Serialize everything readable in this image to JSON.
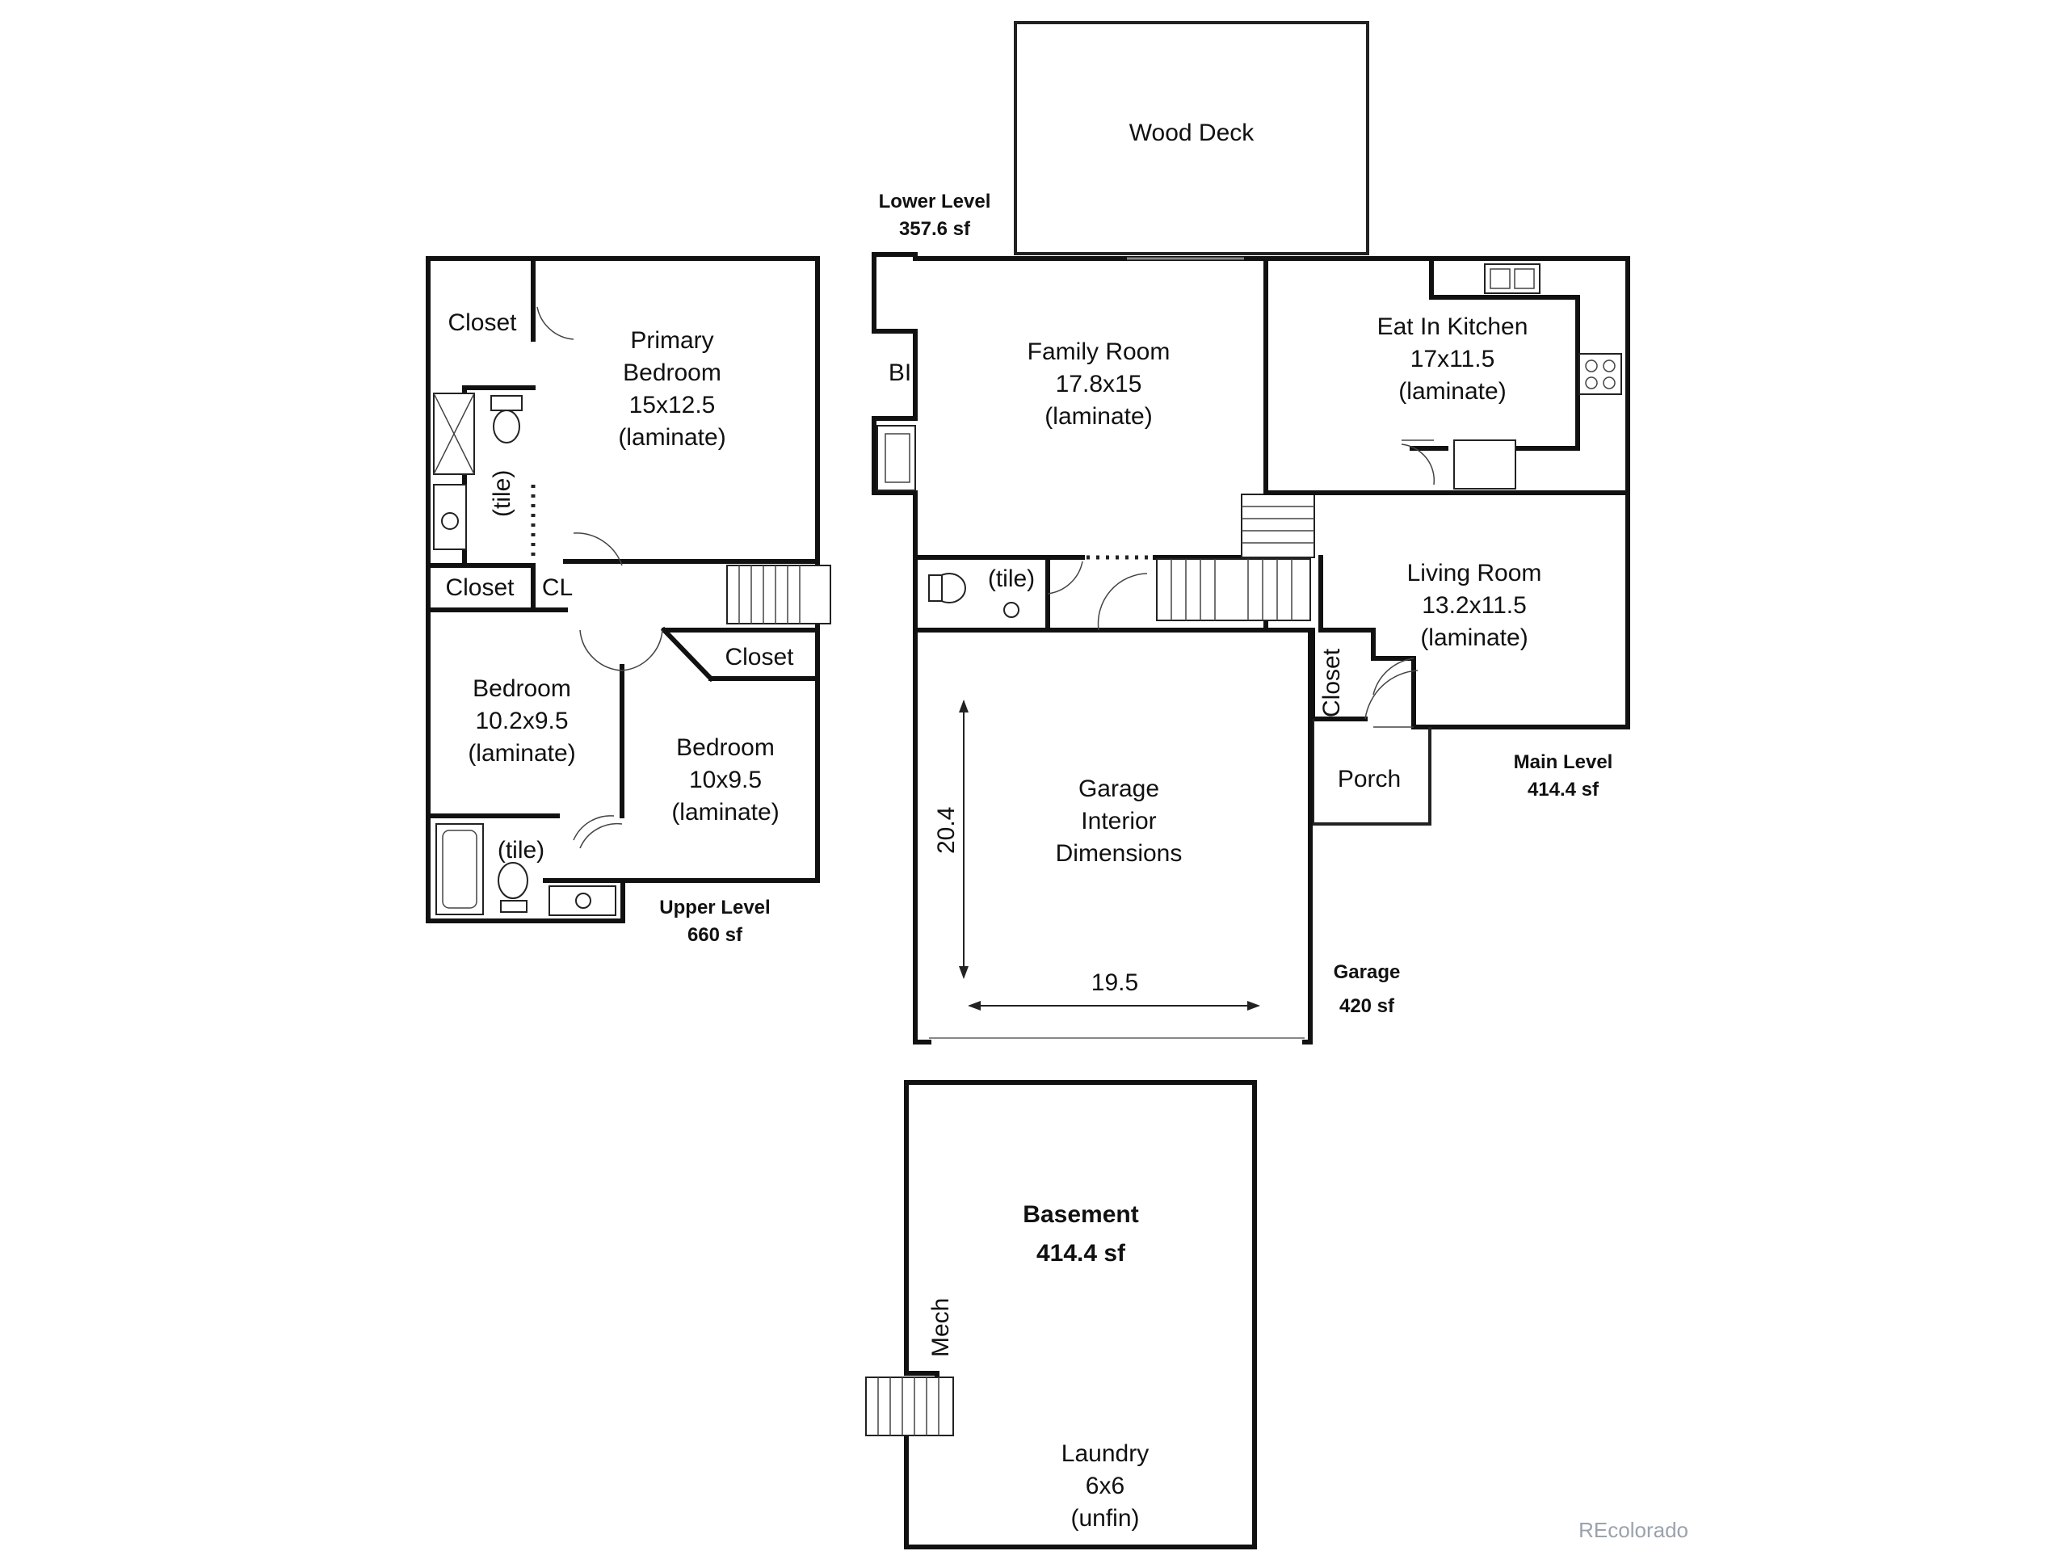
{
  "diagram": {
    "wood_deck": "Wood Deck",
    "levels": {
      "lower": {
        "name": "Lower Level",
        "area": "357.6 sf"
      },
      "main": {
        "name": "Main Level",
        "area": "414.4 sf"
      },
      "upper": {
        "name": "Upper Level",
        "area": "660 sf"
      },
      "garage": {
        "name": "Garage",
        "area": "420 sf"
      },
      "basement": {
        "name": "Basement",
        "area": "414.4 sf"
      }
    },
    "rooms": {
      "primary_bedroom": {
        "name1": "Primary",
        "name2": "Bedroom",
        "dims": "15x12.5",
        "floor": "(laminate)"
      },
      "closet_primary": "Closet",
      "tile_upper_bath": "(tile)",
      "closet_hall": "Closet",
      "cl": "CL",
      "closet_bed3": "Closet",
      "bedroom2": {
        "name": "Bedroom",
        "dims": "10.2x9.5",
        "floor": "(laminate)"
      },
      "bedroom3": {
        "name": "Bedroom",
        "dims": "10x9.5",
        "floor": "(laminate)"
      },
      "tile_hall_bath": "(tile)",
      "family_room": {
        "name": "Family Room",
        "dims": "17.8x15",
        "floor": "(laminate)"
      },
      "bi": "BI",
      "tile_half_bath": "(tile)",
      "kitchen": {
        "name": "Eat In Kitchen",
        "dims": "17x11.5",
        "floor": "(laminate)"
      },
      "living_room": {
        "name": "Living Room",
        "dims": "13.2x11.5",
        "floor": "(laminate)"
      },
      "closet_entry": "Closet",
      "porch": "Porch",
      "garage": {
        "line1": "Garage",
        "line2": "Interior",
        "line3": "Dimensions",
        "depth": "20.4",
        "width": "19.5"
      },
      "mech": "Mech",
      "laundry": {
        "name": "Laundry",
        "dims": "6x6",
        "floor": "(unfin)"
      }
    },
    "watermark": "REcolorado"
  }
}
